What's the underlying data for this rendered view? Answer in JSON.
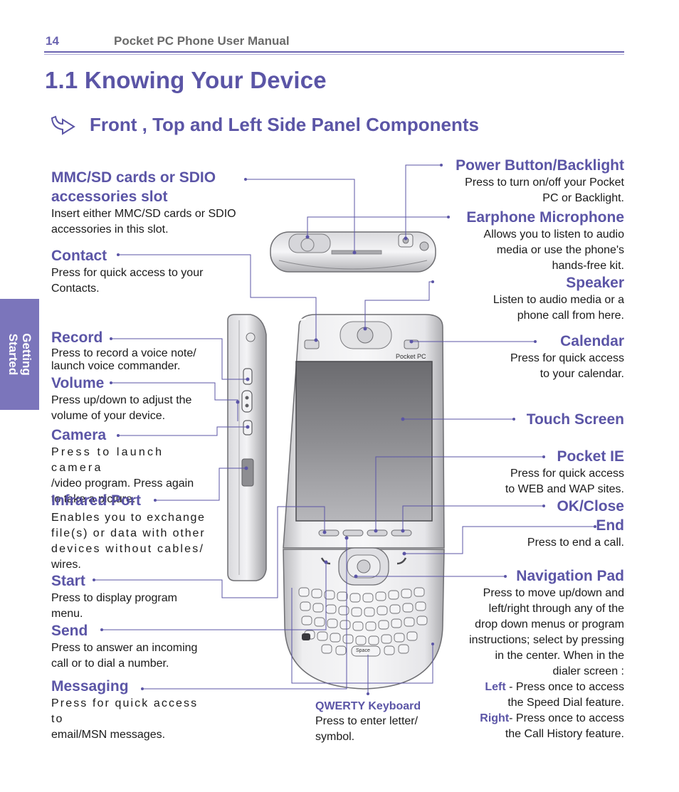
{
  "header": {
    "page_number": "14",
    "manual_title": "Pocket PC Phone User Manual"
  },
  "section": {
    "heading": "1.1 Knowing Your Device",
    "subheading": "Front , Top and Left Side Panel Components"
  },
  "side_tab": {
    "line1": "Getting",
    "line2": "Started"
  },
  "colors": {
    "accent": "#5b55a6",
    "tab": "#7b75bb"
  },
  "left_labels": {
    "mmc": {
      "title_line1": "MMC/SD cards or SDIO",
      "title_line2": "accessories slot",
      "desc_line1": "Insert either MMC/SD cards or SDIO",
      "desc_line2": "accessories in this slot."
    },
    "contact": {
      "title": "Contact",
      "desc_line1": "Press for quick access to your",
      "desc_line2": "Contacts."
    },
    "record": {
      "title": "Record",
      "desc_line1": "Press to record a voice note/",
      "desc_line2": "launch voice commander."
    },
    "volume": {
      "title": "Volume",
      "desc_line1": "Press up/down to adjust the",
      "desc_line2": "volume of your device."
    },
    "camera": {
      "title": "Camera",
      "desc_line1": "Press to launch camera",
      "desc_line2": "/video program.  Press again",
      "desc_line3": "to take a picture."
    },
    "infrared": {
      "title": "Infrared Port",
      "desc_line1": "Enables you to exchange",
      "desc_line2": "file(s) or data with other",
      "desc_line3": "devices without cables/",
      "desc_line4": "wires."
    },
    "start": {
      "title": "Start",
      "desc_line1": "Press to display program",
      "desc_line2": "menu."
    },
    "send": {
      "title": "Send",
      "desc_line1": "Press to answer an incoming",
      "desc_line2": "call or to dial a number."
    },
    "messaging": {
      "title": "Messaging",
      "desc_line1": "Press for quick access to",
      "desc_line2": "email/MSN messages."
    }
  },
  "right_labels": {
    "power": {
      "title": "Power Button/Backlight",
      "desc_line1": "Press to turn on/off your Pocket",
      "desc_line2": "PC or Backlight."
    },
    "earphone": {
      "title": "Earphone Microphone",
      "desc_line1": "Allows you to listen to audio",
      "desc_line2": "media or use the  phone's",
      "desc_line3": "hands-free kit."
    },
    "speaker": {
      "title": "Speaker",
      "desc_line1": "Listen to audio media or a",
      "desc_line2": "phone call from here."
    },
    "calendar": {
      "title": "Calendar",
      "desc_line1": "Press for quick access",
      "desc_line2": "to your calendar."
    },
    "touch": {
      "title": "Touch Screen"
    },
    "pocketie": {
      "title": "Pocket IE",
      "desc_line1": "Press for quick access",
      "desc_line2": "to WEB and WAP sites."
    },
    "okclose": {
      "title": "OK/Close"
    },
    "end": {
      "title": "End",
      "desc_line1": "Press to end a call."
    },
    "navpad": {
      "title": "Navigation Pad",
      "desc_line1": "Press to move up/down and",
      "desc_line2": "left/right through any of the",
      "desc_line3": "drop down menus or program",
      "desc_line4": "instructions; select by pressing",
      "desc_line5": "in the center. When in the",
      "desc_line6": "dialer screen :",
      "left_key": "Left",
      "left_desc1": " - Press once to access",
      "left_desc2": "the Speed Dial feature.",
      "right_key": "Right",
      "right_desc1": "- Press once to access",
      "right_desc2": "the Call History feature."
    }
  },
  "bottom_labels": {
    "qwerty": {
      "title": "QWERTY Keyboard",
      "desc_line1": "Press to enter letter/",
      "desc_line2": "symbol."
    }
  },
  "device": {
    "brand_text": "Pocket PC",
    "space_key": "Space"
  }
}
